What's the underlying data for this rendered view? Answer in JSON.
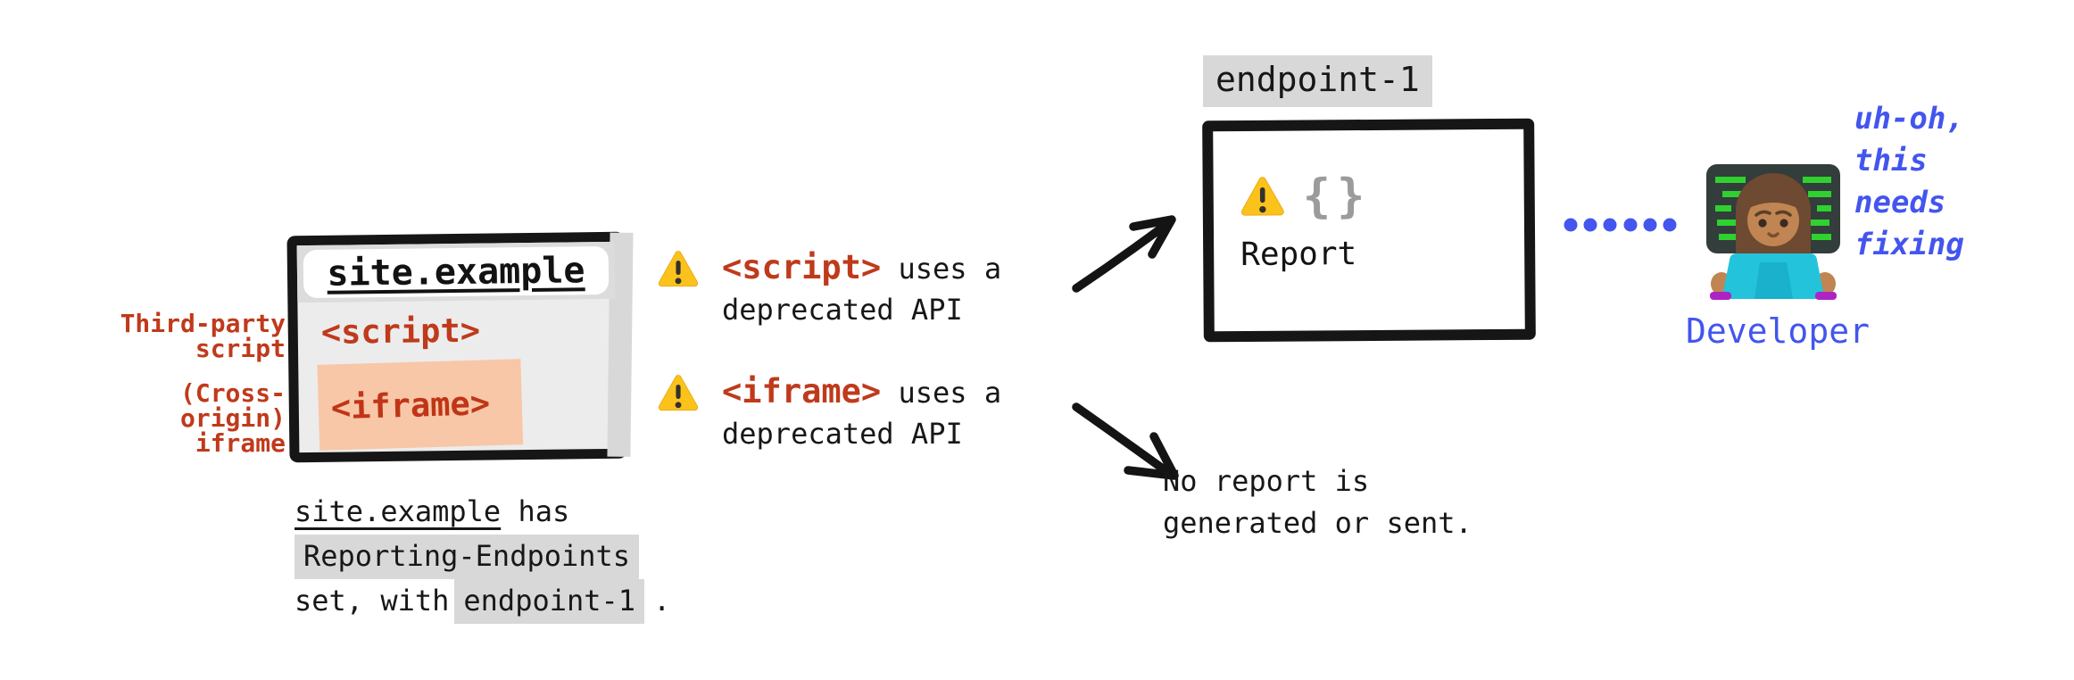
{
  "colors": {
    "red": "#bf3a1b",
    "salmon_highlight": "#f8c7a8",
    "gray_highlight": "#d8d8d8",
    "blue": "#4355ee",
    "ink": "#161616",
    "warning_yellow": "#fcc21c"
  },
  "browser": {
    "title": "site.example",
    "script_tag": "<script>",
    "iframe_tag": "<iframe>",
    "script_side_label": "Third-party\nscript",
    "iframe_side_label": "(Cross-origin)\niframe"
  },
  "caption": {
    "site": "site.example",
    "has": " has",
    "header_name": "Reporting-Endpoints",
    "set_with": "set, with",
    "endpoint": "endpoint-1",
    "period": "."
  },
  "warnings": [
    {
      "icon": "warning-icon",
      "tag": "<script>",
      "rest": " uses a",
      "line2": "deprecated API"
    },
    {
      "icon": "warning-icon",
      "tag": "<iframe>",
      "rest": " uses a",
      "line2": "deprecated API"
    }
  ],
  "endpoint": {
    "label": "endpoint-1",
    "icon": "warning-icon",
    "braces": "{}",
    "report_label": "Report"
  },
  "no_report": {
    "text": "No report is\ngenerated or sent."
  },
  "developer": {
    "emoji": "woman-technologist-emoji",
    "label": "Developer",
    "thought": "uh-oh,\nthis\nneeds\nfixing"
  }
}
